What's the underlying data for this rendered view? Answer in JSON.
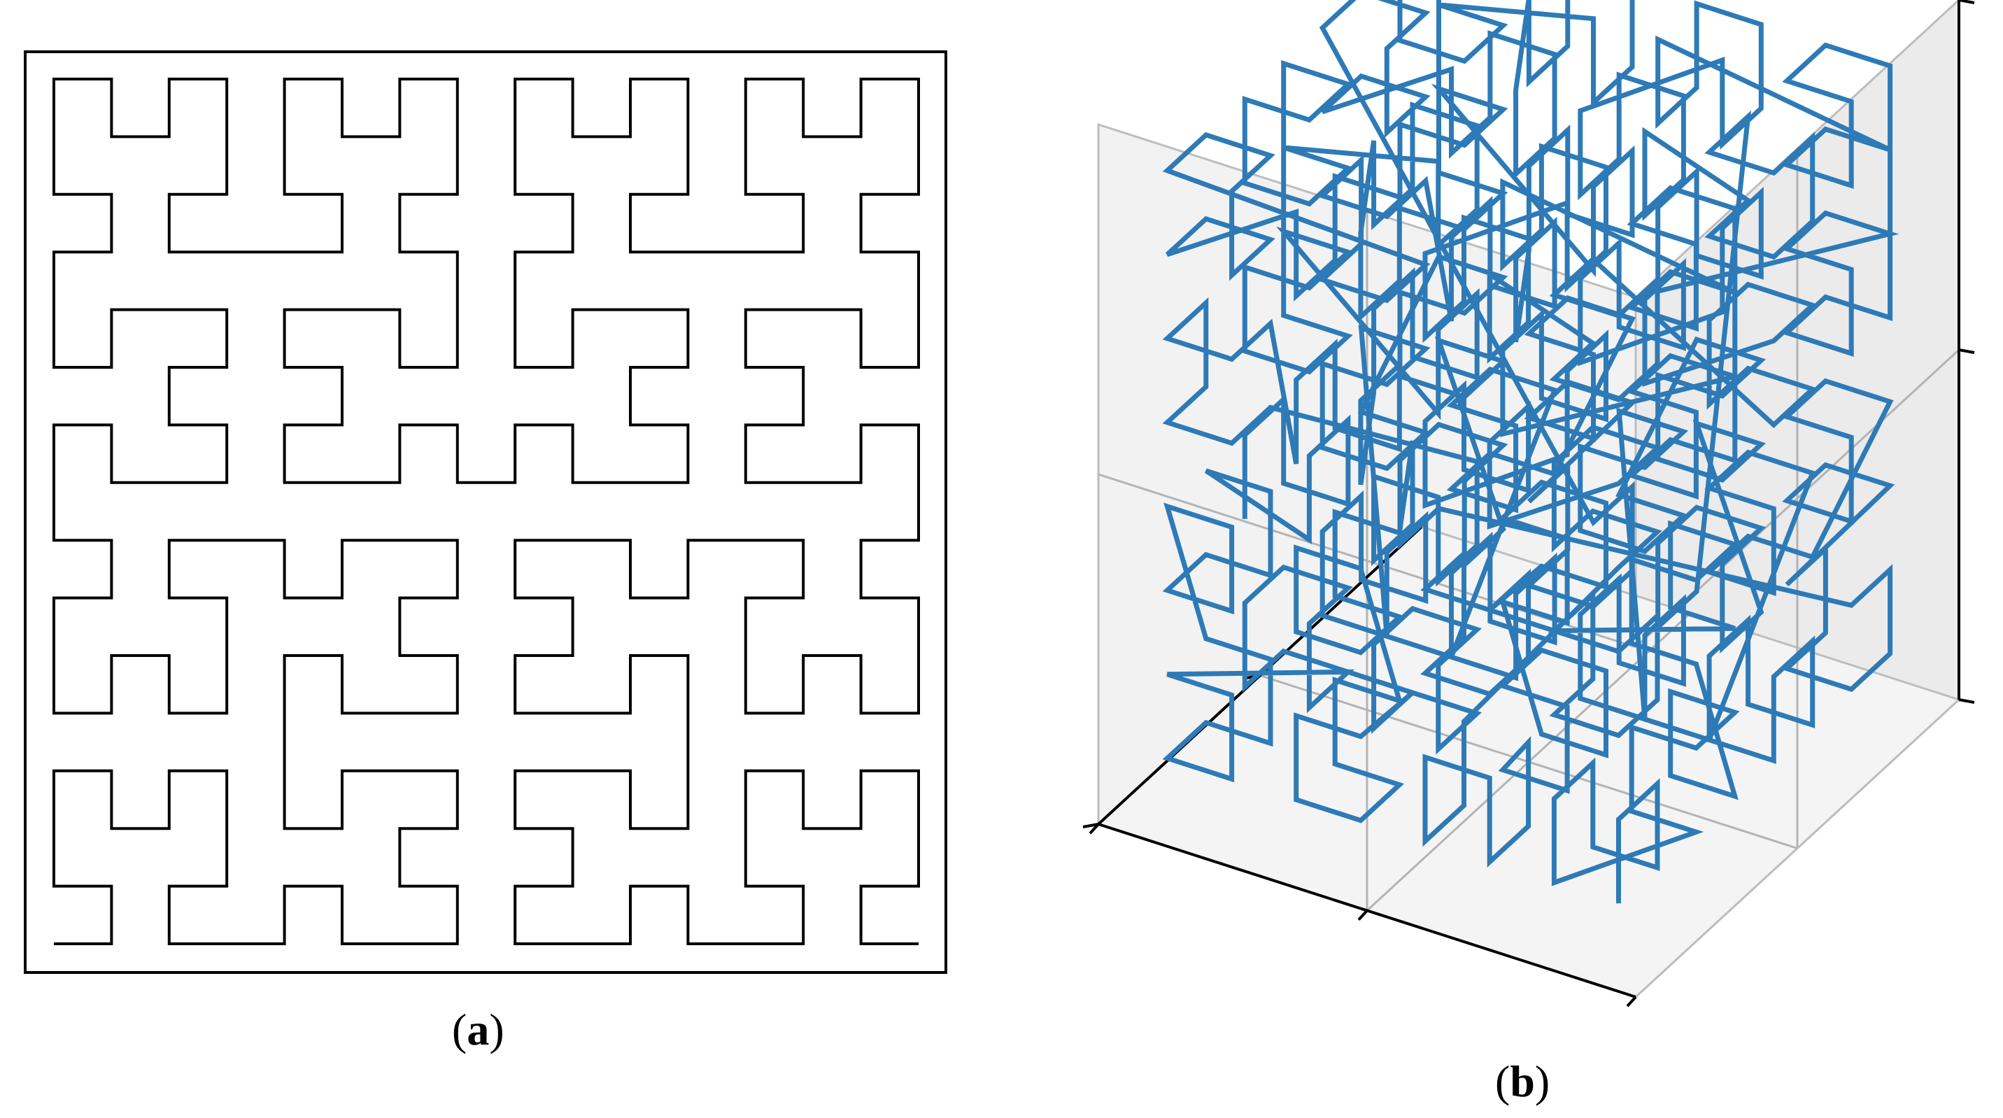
{
  "figure": {
    "panel_a": {
      "label": "a",
      "curve": "hilbert-2d",
      "order": 4,
      "line_color": "#000000"
    },
    "panel_b": {
      "label": "b",
      "curve": "hilbert-3d",
      "order": 3,
      "line_color": "#2e7ab6",
      "pane_color": "#f2f2f2",
      "grid_color": "#b3b3b3"
    }
  }
}
